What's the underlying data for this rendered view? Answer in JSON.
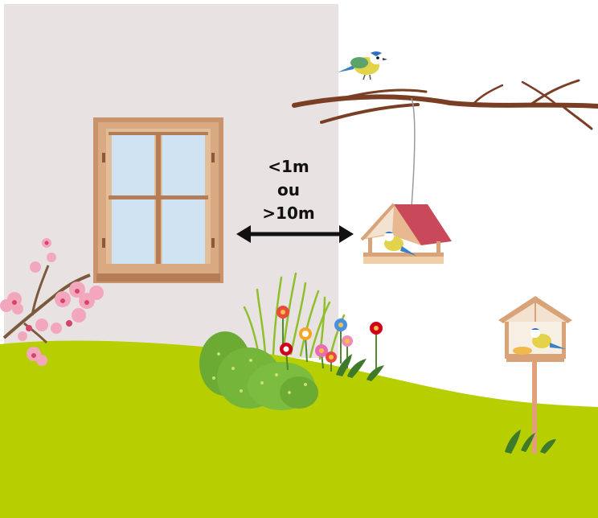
{
  "distance_label": {
    "line1": "<1m",
    "line2": "ou",
    "line3": ">10m"
  },
  "colors": {
    "wall": "#e8e2e2",
    "grass": "#b7cf00",
    "window_frame": "#c9936b",
    "glass": "#cfe3f2",
    "branch": "#7a3e25",
    "feeder_roof": "#c9485a",
    "arrow": "#111111"
  },
  "icons": {
    "window": "window-icon",
    "arrow": "double-arrow-icon",
    "hanging_feeder": "hanging-bird-feeder-icon",
    "pole_feeder": "pole-bird-feeder-icon",
    "bird": "blue-tit-icon",
    "branch": "tree-branch-icon",
    "blossom": "cherry-blossom-icon",
    "bush": "bush-icon",
    "flowers": "flower-icon"
  }
}
